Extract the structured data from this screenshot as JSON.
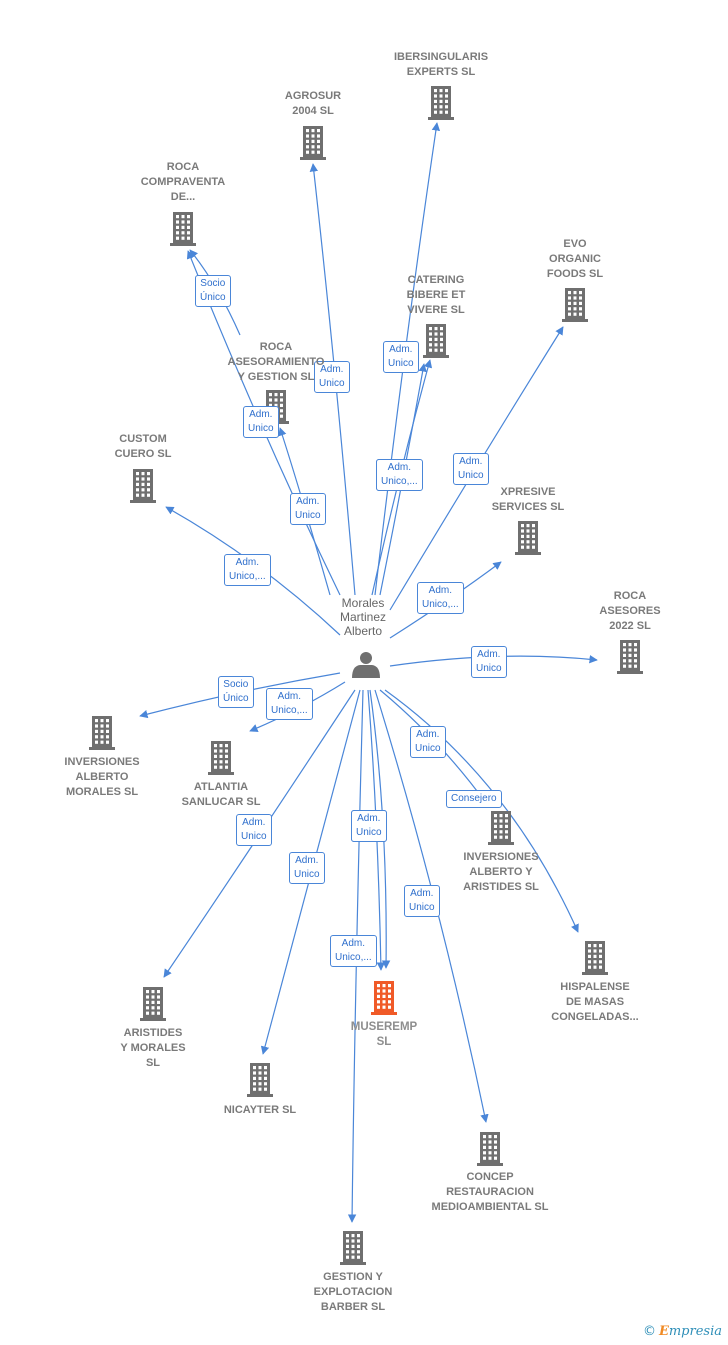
{
  "person": {
    "name": "Morales\nMartinez\nAlberto"
  },
  "companies": [
    {
      "id": "ibersingularis",
      "label": "IBERSINGULARIS\nEXPERTS  SL"
    },
    {
      "id": "agrosur",
      "label": "AGROSUR\n2004 SL"
    },
    {
      "id": "roca-compraventa",
      "label": "ROCA\nCOMPRAVENTA\nDE..."
    },
    {
      "id": "evo-organic",
      "label": "EVO\nORGANIC\nFOODS  SL"
    },
    {
      "id": "catering",
      "label": "CATERING\nBIBERE ET\nVIVERE  SL"
    },
    {
      "id": "roca-asesoramiento",
      "label": "ROCA\nASESORAMIENTO\nY GESTION SL"
    },
    {
      "id": "custom-cuero",
      "label": "CUSTOM\nCUERO  SL"
    },
    {
      "id": "xpresive",
      "label": "XPRESIVE\nSERVICES  SL"
    },
    {
      "id": "roca-asesores",
      "label": "ROCA\nASESORES\n2022  SL"
    },
    {
      "id": "inversiones-am",
      "label": "INVERSIONES\nALBERTO\nMORALES SL"
    },
    {
      "id": "atlantia",
      "label": "ATLANTIA\nSANLUCAR  SL"
    },
    {
      "id": "inversiones-aa",
      "label": "INVERSIONES\nALBERTO Y\nARISTIDES  SL"
    },
    {
      "id": "hispalense",
      "label": "HISPALENSE\nDE MASAS\nCONGELADAS..."
    },
    {
      "id": "aristides",
      "label": "ARISTIDES\nY MORALES\nSL"
    },
    {
      "id": "museremp",
      "label": "MUSEREMP\nSL"
    },
    {
      "id": "nicayter",
      "label": "NICAYTER  SL"
    },
    {
      "id": "concep",
      "label": "CONCEP\nRESTAURACION\nMEDIOAMBIENTAL SL"
    },
    {
      "id": "gestion",
      "label": "GESTION Y\nEXPLOTACION\nBARBER  SL"
    }
  ],
  "edges": [
    {
      "label": "Adm.\nUnico",
      "target": "ibersingularis"
    },
    {
      "label": "Adm.\nUnico",
      "target": "agrosur"
    },
    {
      "label": "Socio\nÚnico",
      "target": "roca-compraventa"
    },
    {
      "label": "Adm.\nUnico",
      "target": "roca-compraventa"
    },
    {
      "label": "Adm.\nUnico",
      "target": "evo-organic"
    },
    {
      "label": "Adm.\nUnico",
      "target": "catering"
    },
    {
      "label": "Adm.\nUnico,...",
      "target": "catering"
    },
    {
      "label": "Adm.\nUnico",
      "target": "roca-asesoramiento"
    },
    {
      "label": "Adm.\nUnico,...",
      "target": "custom-cuero"
    },
    {
      "label": "Adm.\nUnico,...",
      "target": "xpresive"
    },
    {
      "label": "Adm.\nUnico",
      "target": "roca-asesores"
    },
    {
      "label": "Socio\nÚnico",
      "target": "inversiones-am"
    },
    {
      "label": "Adm.\nUnico,...",
      "target": "atlantia"
    },
    {
      "label": "Adm.\nUnico",
      "target": "inversiones-aa"
    },
    {
      "label": "Consejero",
      "target": "hispalense"
    },
    {
      "label": "Adm.\nUnico",
      "target": "aristides"
    },
    {
      "label": "Adm.\nUnico",
      "target": "nicayter"
    },
    {
      "label": "Adm.\nUnico",
      "target": "museremp"
    },
    {
      "label": "Adm.\nUnico,...",
      "target": "museremp"
    },
    {
      "label": "Adm.\nUnico",
      "target": "concep"
    },
    {
      "label": "Adm.\nUnico",
      "target": "gestion"
    }
  ],
  "colors": {
    "edge": "#4a86d8",
    "building": "#6f6f6f",
    "building_main": "#f05a28",
    "person": "#6f6f6f"
  },
  "footer": {
    "copyright": "©",
    "brand_first": "E",
    "brand_rest": "mpresia"
  }
}
